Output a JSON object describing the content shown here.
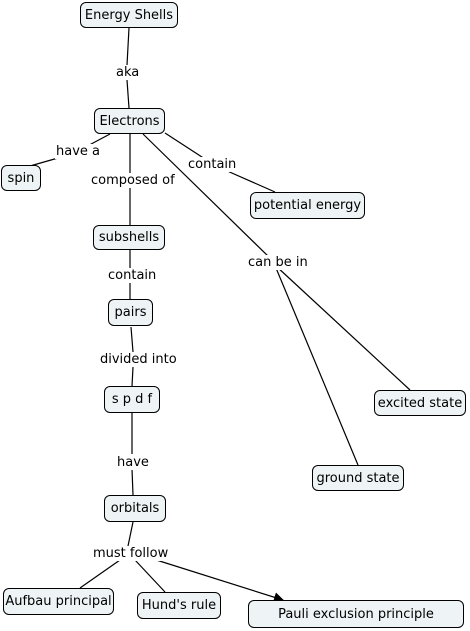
{
  "nodes": {
    "energy_shells": "Energy Shells",
    "electrons": "Electrons",
    "spin": "spin",
    "potential_energy": "potential energy",
    "subshells": "subshells",
    "pairs": "pairs",
    "spdf": "s p d f",
    "excited_state": "excited state",
    "ground_state": "ground state",
    "orbitals": "orbitals",
    "aufbau": "Aufbau principal",
    "hunds": "Hund's rule",
    "pauli": "Pauli exclusion principle"
  },
  "links": {
    "aka": "aka",
    "have_a": "have a",
    "contain_top": "contain",
    "composed_of": "composed of",
    "can_be_in": "can be in",
    "contain_mid": "contain",
    "divided_into": "divided into",
    "have": "have",
    "must_follow": "must follow"
  },
  "colors": {
    "node_fill": "#eef3f5",
    "stroke": "#000000"
  }
}
